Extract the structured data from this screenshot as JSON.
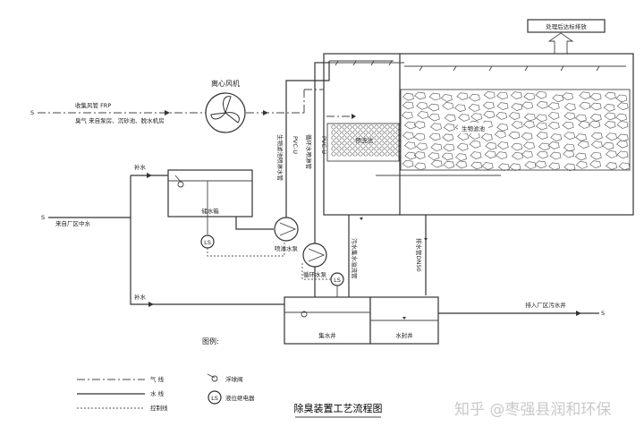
{
  "title": "除臭装置工艺流程图",
  "watermark": "知乎 @枣强县润和环保",
  "legend": {
    "heading": "图例:",
    "gas_line": "气 线",
    "water_line": "水 线",
    "control_line": "控制线",
    "float_valve": "浮球阀",
    "level_relay": "液位继电器",
    "ls_symbol": "LS"
  },
  "labels": {
    "discharge": "处理后达标排放",
    "fan": "离心风机",
    "collect_pipe": "收集风管 FRP",
    "odor_source": "臭气 来自泵房、沉砂池、脱水机房",
    "bio_spray_pipe": "生物滤池喷淋水管",
    "circ_pipe": "循环水喷淋管",
    "pvc1": "PVC-U",
    "pvc2": "PVC-U",
    "pre_wash": "预洗池",
    "bio_filter": "生物滤池",
    "makeup_top": "补水",
    "reclaimed": "来自厂区中水",
    "storage_tank": "储水箱",
    "spray_pump": "喷淋水泵",
    "circ_pump": "循环水泵",
    "makeup_bottom": "补水",
    "sewage_overflow": "污水集水溢流管",
    "drain_pipe": "排水管DN50",
    "collect_well": "集水井",
    "seal_well": "水封井",
    "to_sewer": "排入厂区污水井",
    "ls_symbol": "LS"
  }
}
